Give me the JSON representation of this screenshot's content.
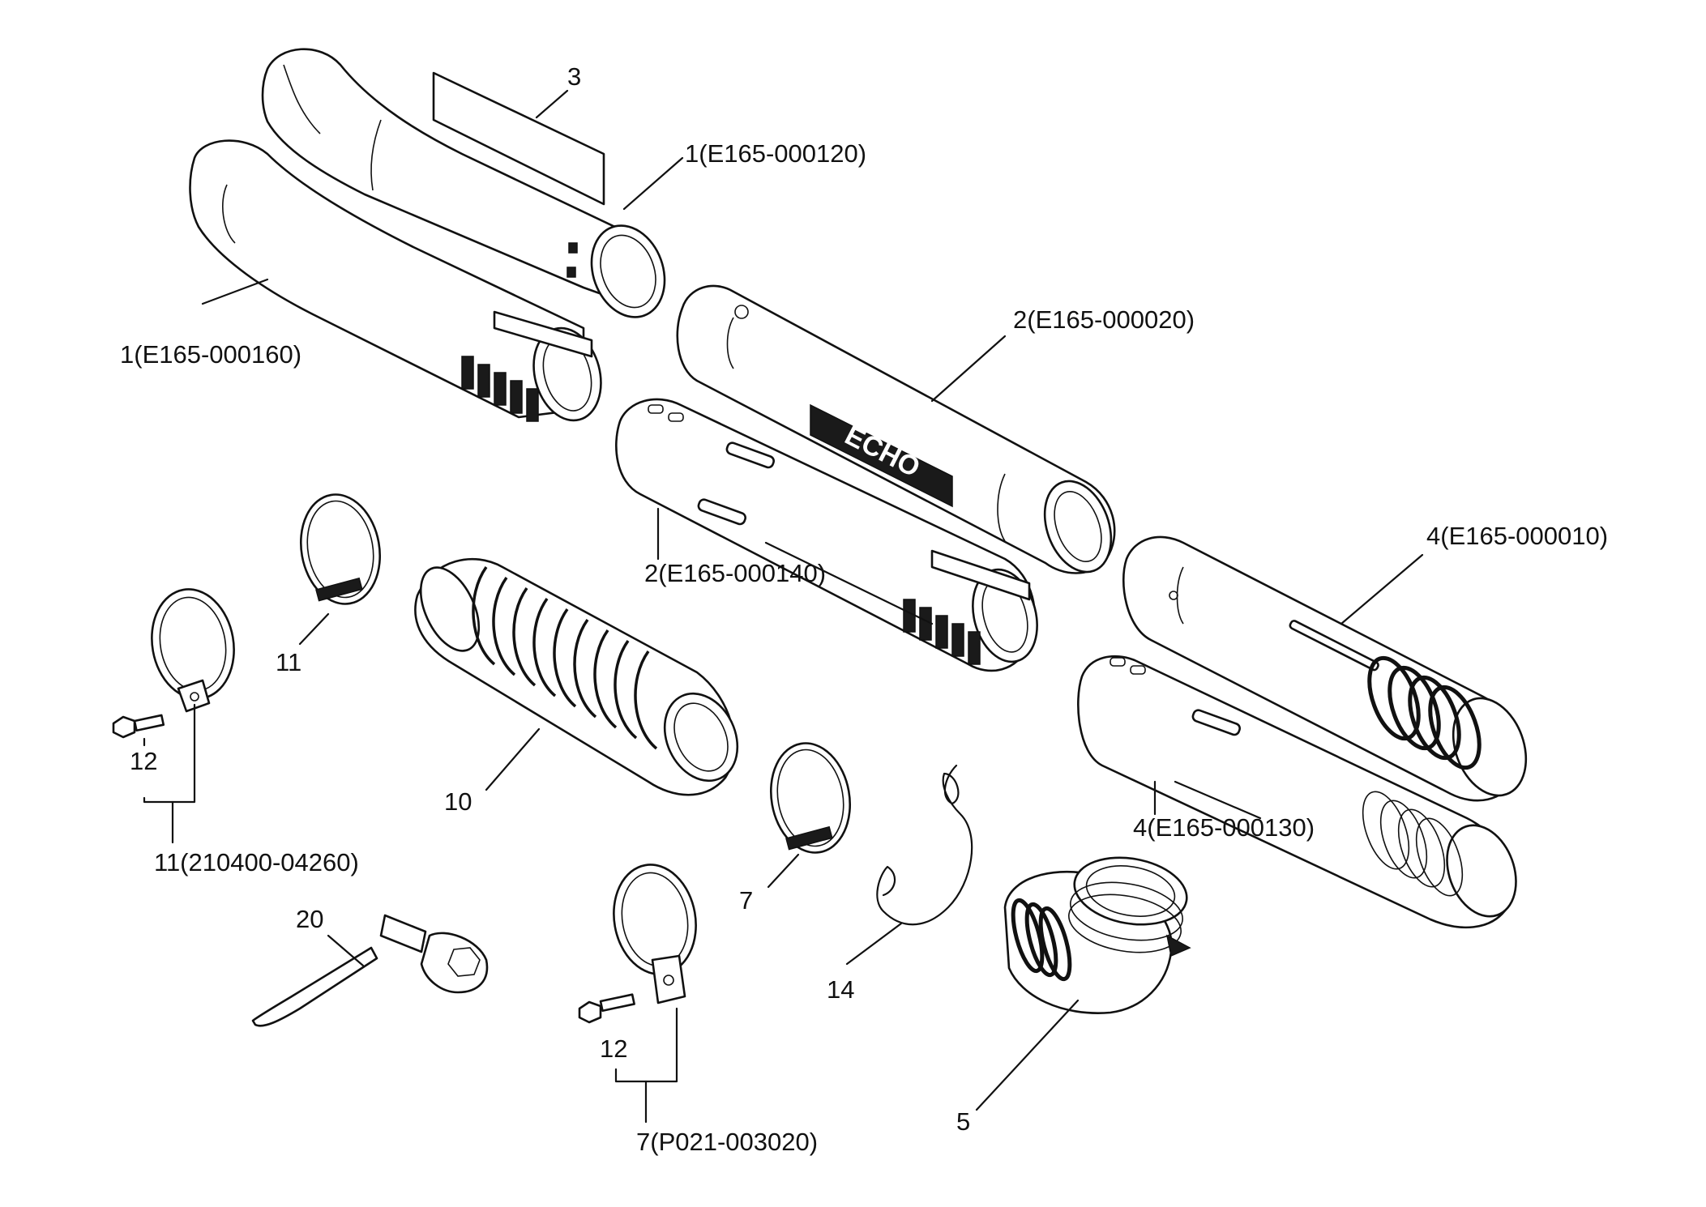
{
  "colors": {
    "ink": "#111111",
    "paper": "#ffffff"
  },
  "labels": {
    "p3": "3",
    "p1a": "1(E165-000120)",
    "p1b": "1(E165-000160)",
    "p2a": "2(E165-000020)",
    "p2b": "2(E165-000140)",
    "p4a": "4(E165-000010)",
    "p4b": "4(E165-000130)",
    "p11a": "11",
    "p11b": "11(210400-04260)",
    "p12a": "12",
    "p12b": "12",
    "p10": "10",
    "p7a": "7",
    "p7b": "7(P021-003020)",
    "p14": "14",
    "p5": "5",
    "p20": "20"
  },
  "brand_mark": "ECHO"
}
